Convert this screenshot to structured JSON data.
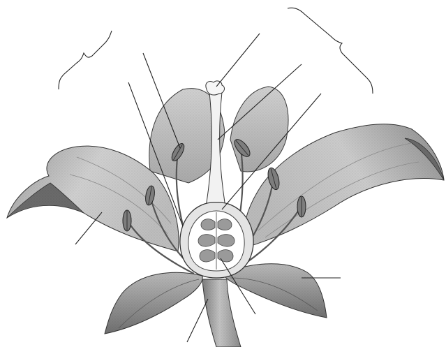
{
  "diagram": {
    "kind": "flower-anatomy-unlabeled",
    "labels": [],
    "colors": {
      "petal_fill": "#c9c9c9",
      "petal_shade": "#8f8f8f",
      "sepal_fill": "#9e9e9e",
      "stem_fill": "#a8a8a8",
      "line": "#2a2a2a",
      "pistil_fill": "#f2f2f2",
      "ovule_fill": "#9a9a9a",
      "anther_fill": "#7d7d7d"
    },
    "leader_lines": [
      {
        "name": "leader-stigma"
      },
      {
        "name": "leader-style"
      },
      {
        "name": "leader-ovary"
      },
      {
        "name": "leader-anther"
      },
      {
        "name": "leader-filament"
      },
      {
        "name": "leader-petal"
      },
      {
        "name": "leader-sepal"
      },
      {
        "name": "leader-stem"
      },
      {
        "name": "leader-ovule"
      }
    ],
    "brackets": [
      {
        "name": "bracket-stamen"
      },
      {
        "name": "bracket-carpel"
      }
    ]
  }
}
